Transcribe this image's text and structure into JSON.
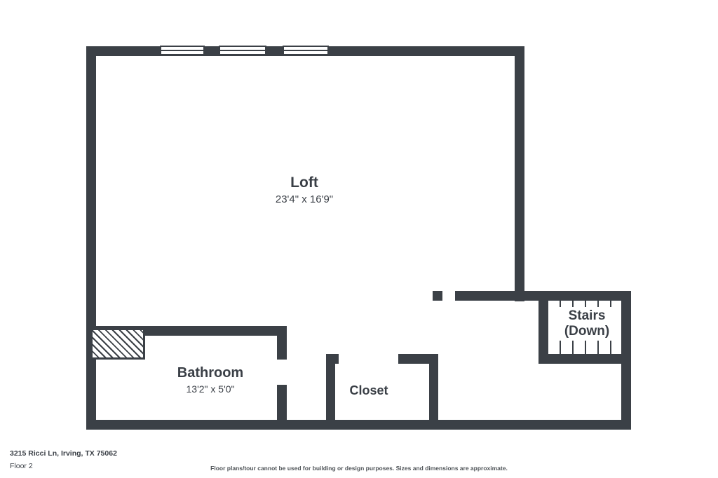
{
  "colors": {
    "wall": "#3b4046",
    "text": "#3a3f46",
    "background": "#ffffff",
    "disclaimer_text": "#4d5256"
  },
  "rooms": {
    "loft": {
      "name": "Loft",
      "dimensions": "23'4\" x 16'9\""
    },
    "bathroom": {
      "name": "Bathroom",
      "dimensions": "13'2\" x 5'0\""
    },
    "closet": {
      "name": "Closet"
    },
    "stairs": {
      "name": "Stairs (Down)"
    }
  },
  "footer": {
    "address": "3215 Ricci Ln, Irving, TX 75062",
    "floor": "Floor 2",
    "disclaimer": "Floor plans/tour cannot be used for building or design purposes. Sizes and dimensions are approximate."
  }
}
